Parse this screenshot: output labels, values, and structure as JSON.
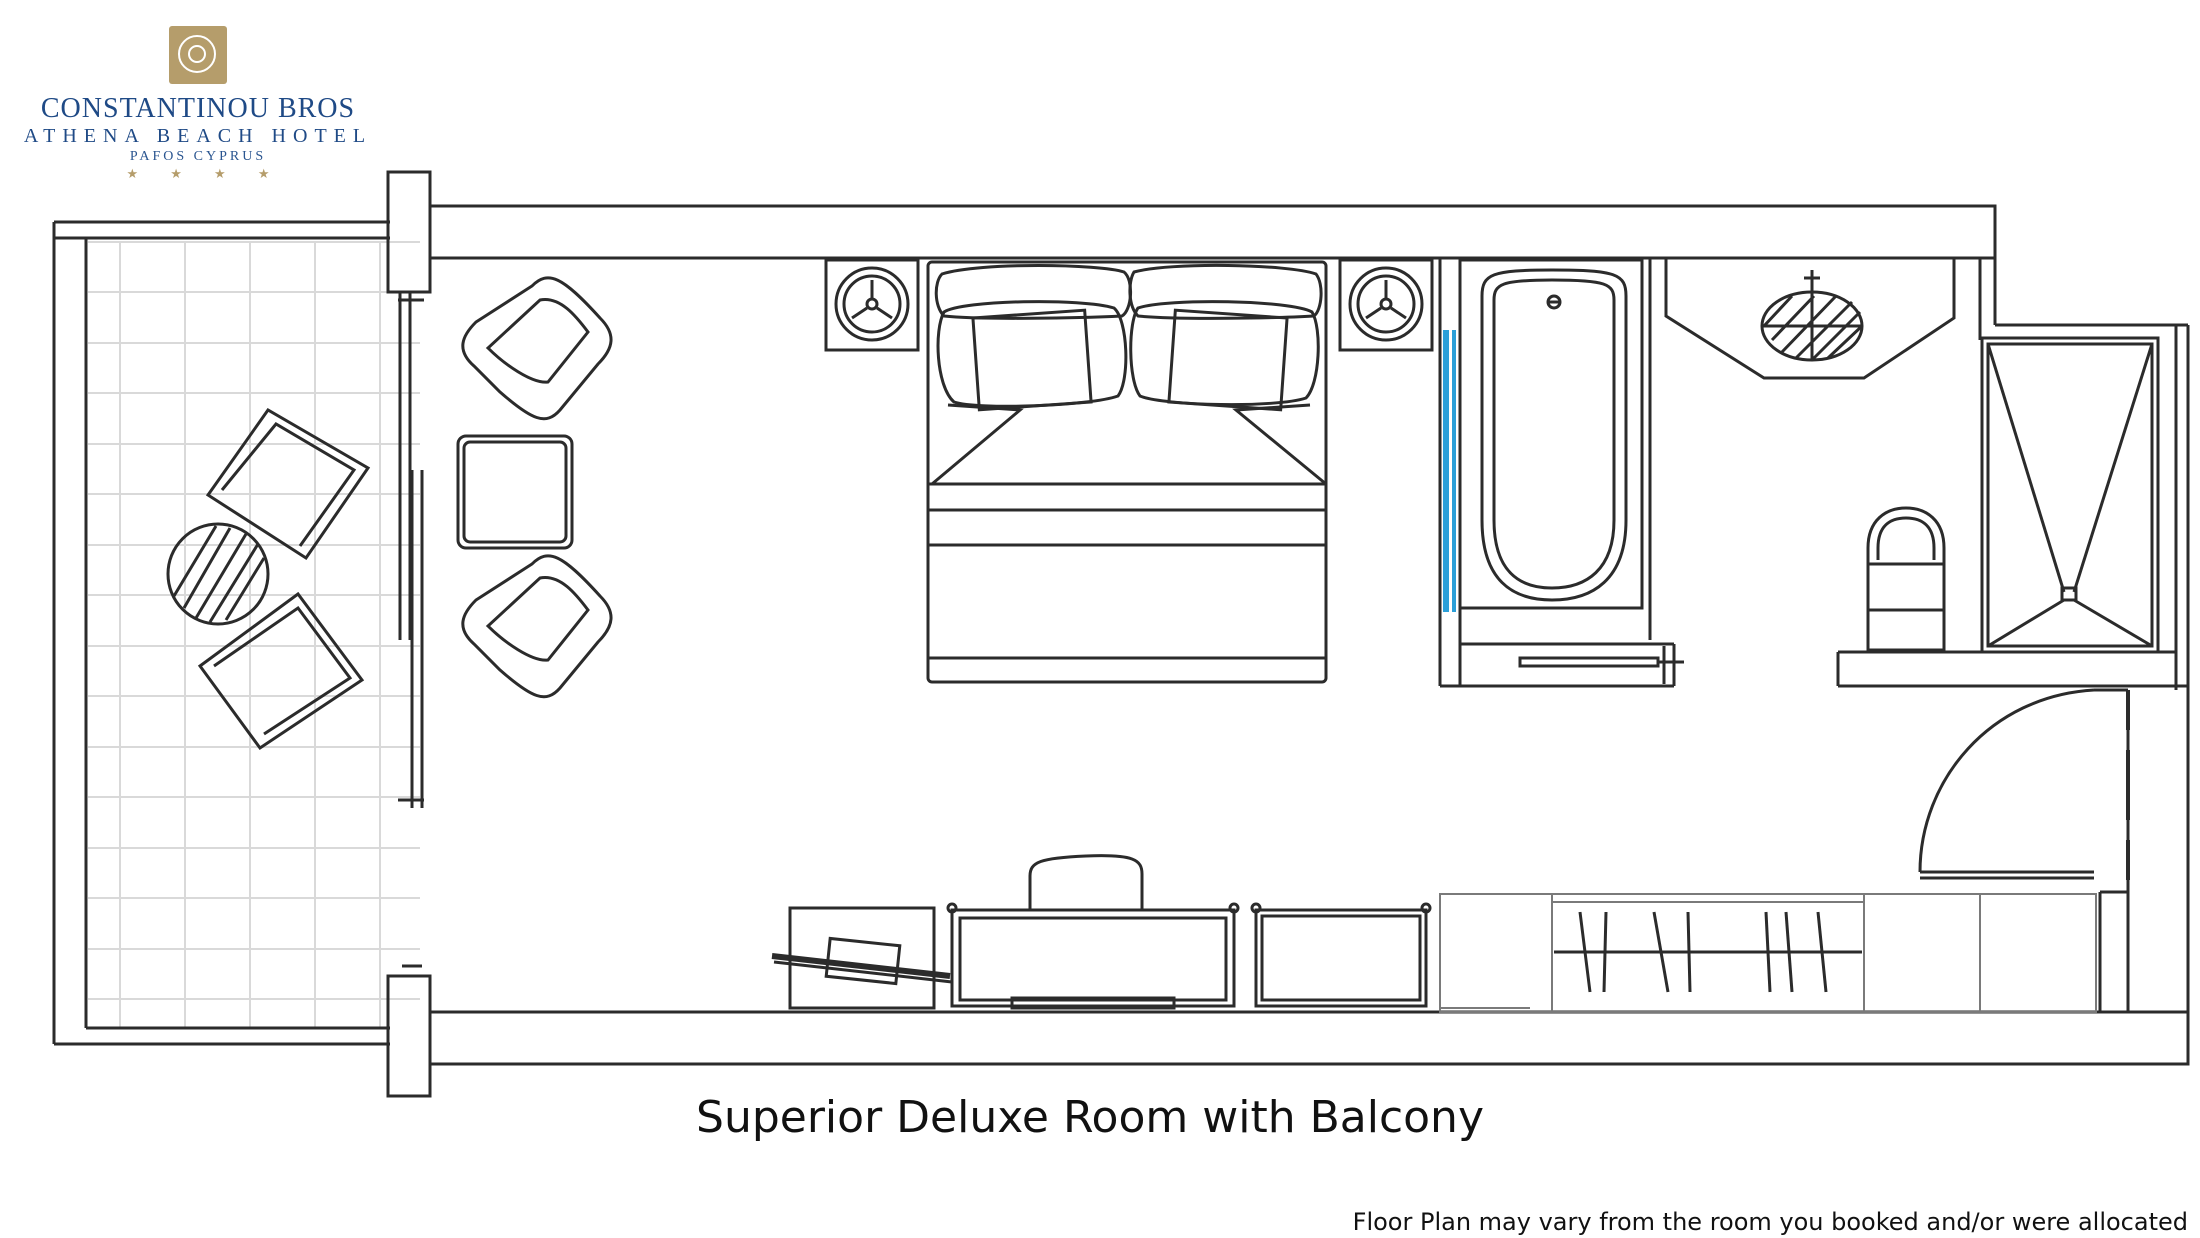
{
  "logo": {
    "line1": "CONSTANTINOU BROS",
    "line2": "ATHENA BEACH HOTEL",
    "line3": "PAFOS CYPRUS",
    "stars": "★ ★ ★ ★",
    "brand_color": "#1f4a86",
    "badge_color": "#b59d6b"
  },
  "room_title": "Superior Deluxe Room with Balcony",
  "disclaimer": "Floor Plan may vary from the room you booked and/or were allocated",
  "colors": {
    "line": "#2b2b2b",
    "tile": "#d9d9d9",
    "window_glass": "#2b9fd8"
  },
  "icons": [
    "hotel-monogram-icon",
    "star-icon"
  ]
}
